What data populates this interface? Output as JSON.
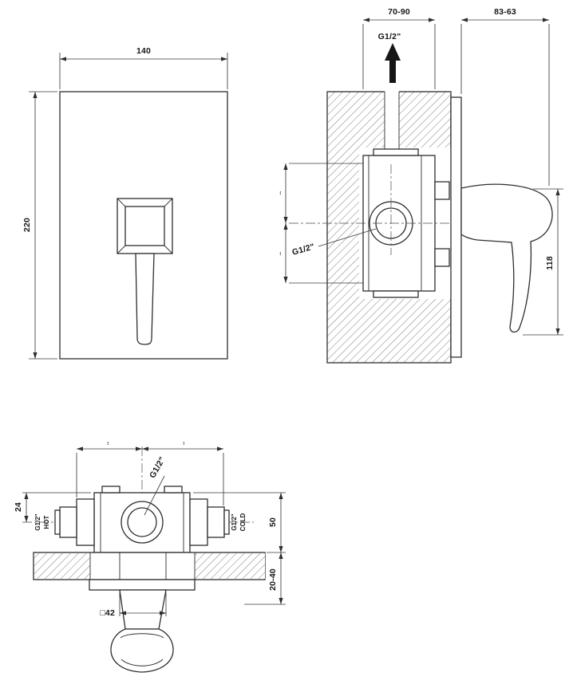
{
  "drawing": {
    "front": {
      "dim_width": "140",
      "dim_height": "220"
    },
    "side": {
      "dim_depth": "70-90",
      "dim_lever": "83-63",
      "outlet_thread": "G1/2\"",
      "inlet_thread": "G1/2\"",
      "dim_height": "118",
      "dim_tick_upper": "..",
      "dim_tick_lower": ".."
    },
    "plan": {
      "outlet_thread": "G1/2\"",
      "hot_thread": "G1/2\"",
      "hot_label": "HOT",
      "cold_thread": "G1/2\"",
      "cold_label": "COLD",
      "dim_offset": "24",
      "dim_depth": "50",
      "dim_wall": "20-40",
      "dim_square": "□42",
      "dim_tick_left": "..",
      "dim_tick_right": ".."
    },
    "colors": {
      "line": "#2e2e2e",
      "background": "#ffffff"
    }
  }
}
